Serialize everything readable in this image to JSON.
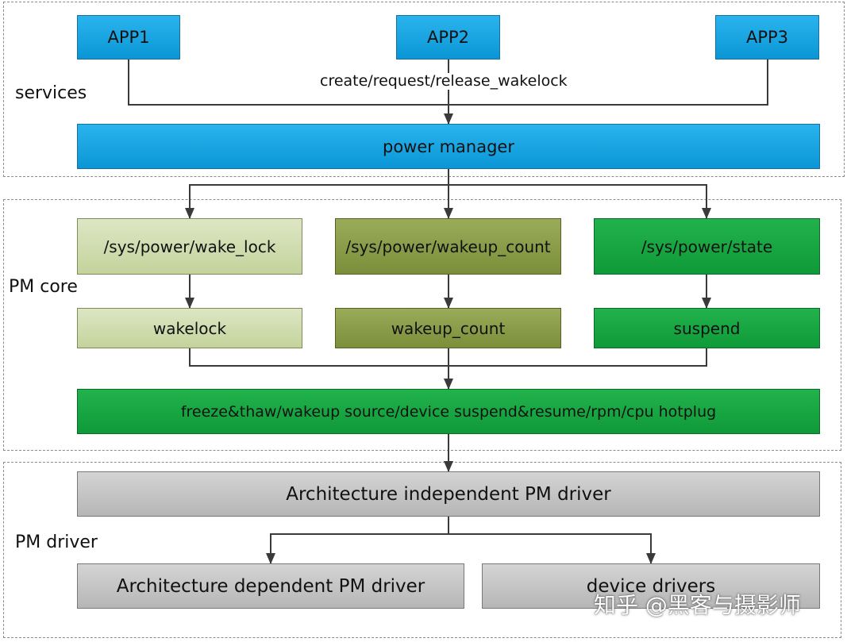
{
  "groups": {
    "services": "services",
    "pm_core": "PM core",
    "pm_driver": "PM driver"
  },
  "apps": [
    "APP1",
    "APP2",
    "APP3"
  ],
  "edge_label": "create/request/release_wakelock",
  "power_manager": "power manager",
  "sysfs": {
    "wake_lock": "/sys/power/wake_lock",
    "wakeup_count": "/sys/power/wakeup_count",
    "state": "/sys/power/state"
  },
  "core": {
    "wakelock": "wakelock",
    "wakeup_count": "wakeup_count",
    "suspend": "suspend"
  },
  "freeze_bar": "freeze&thaw/wakeup source/device suspend&resume/rpm/cpu hotplug",
  "drivers": {
    "arch_independent": "Architecture independent PM driver",
    "arch_dependent": "Architecture dependent PM driver",
    "device_drivers": "device drivers"
  },
  "watermark": "知乎 @黑客与摄影师",
  "colors": {
    "blue": "#0a96d6",
    "light_green": "#c4d39c",
    "olive": "#7b8e39",
    "green": "#0e9a38",
    "gray": "#b6b6b6",
    "connector": "#3a3a3a"
  }
}
